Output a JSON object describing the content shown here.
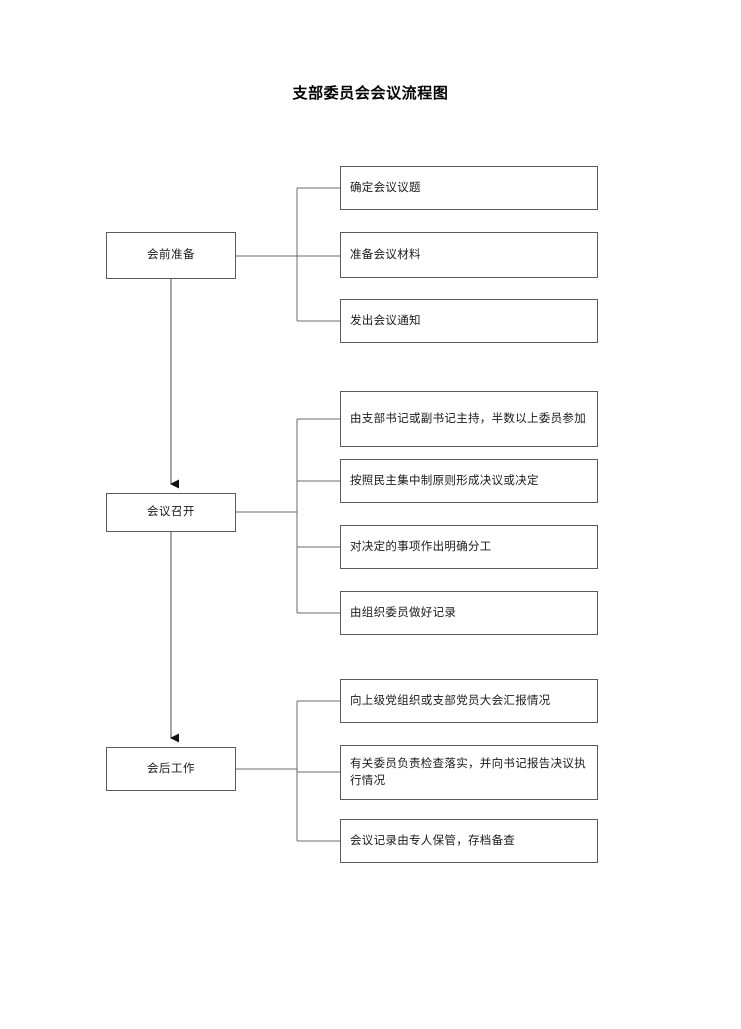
{
  "document": {
    "title": "支部委员会会议流程图",
    "page_background": "#ffffff",
    "box_border_color": "#5a5a5a",
    "connector_color": "#6b6b6b",
    "text_color": "#1a1a1a"
  },
  "flowchart": {
    "type": "process-flow",
    "orientation": "vertical-stages-with-right-branches",
    "stages": [
      {
        "id": "stage-0",
        "label": "会前准备",
        "details": [
          {
            "id": "s0-d0",
            "text": "确定会议议题"
          },
          {
            "id": "s0-d1",
            "text": "准备会议材料"
          },
          {
            "id": "s0-d2",
            "text": "发出会议通知"
          }
        ]
      },
      {
        "id": "stage-1",
        "label": "会议召开",
        "details": [
          {
            "id": "s1-d0",
            "text": "由支部书记或副书记主持，半数以上委员参加"
          },
          {
            "id": "s1-d1",
            "text": "按照民主集中制原则形成决议或决定"
          },
          {
            "id": "s1-d2",
            "text": "对决定的事项作出明确分工"
          },
          {
            "id": "s1-d3",
            "text": "由组织委员做好记录"
          }
        ]
      },
      {
        "id": "stage-2",
        "label": "会后工作",
        "details": [
          {
            "id": "s2-d0",
            "text": "向上级党组织或支部党员大会汇报情况"
          },
          {
            "id": "s2-d1",
            "text": "有关委员负责检查落实，并向书记报告决议执行情况"
          },
          {
            "id": "s2-d2",
            "text": "会议记录由专人保管，存档备查"
          }
        ]
      }
    ],
    "flow_arrows": [
      {
        "from": "stage-0",
        "to": "stage-1",
        "style": "solid-arrow-down"
      },
      {
        "from": "stage-1",
        "to": "stage-2",
        "style": "solid-arrow-down"
      }
    ]
  }
}
